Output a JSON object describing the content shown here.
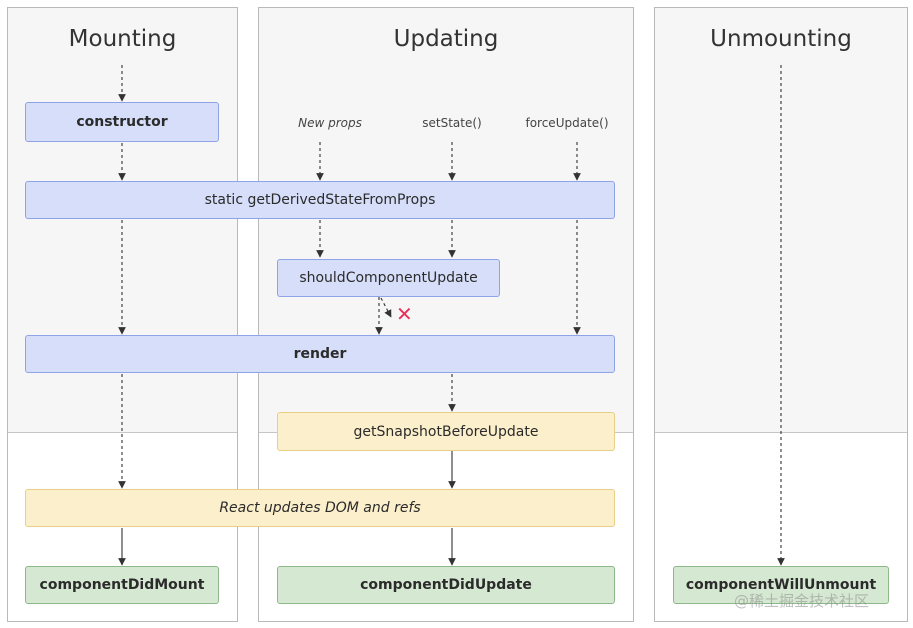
{
  "columns": {
    "mounting": "Mounting",
    "updating": "Updating",
    "unmounting": "Unmounting"
  },
  "triggers": {
    "new_props": "New props",
    "set_state": "setState()",
    "force_update": "forceUpdate()"
  },
  "boxes": {
    "constructor": "constructor",
    "get_derived_state": "static getDerivedStateFromProps",
    "should_component_update": "shouldComponentUpdate",
    "render": "render",
    "get_snapshot": "getSnapshotBeforeUpdate",
    "react_updates_dom": "React updates DOM and refs",
    "component_did_mount": "componentDidMount",
    "component_did_update": "componentDidUpdate",
    "component_will_unmount": "componentWillUnmount"
  },
  "cancel_mark": "✕",
  "watermark": "@稀土掘金技术社区",
  "colors": {
    "blue_fill": "#d6def9",
    "yellow_fill": "#fcefcc",
    "green_fill": "#d5e8d1",
    "cancel_red": "#e8315b"
  }
}
